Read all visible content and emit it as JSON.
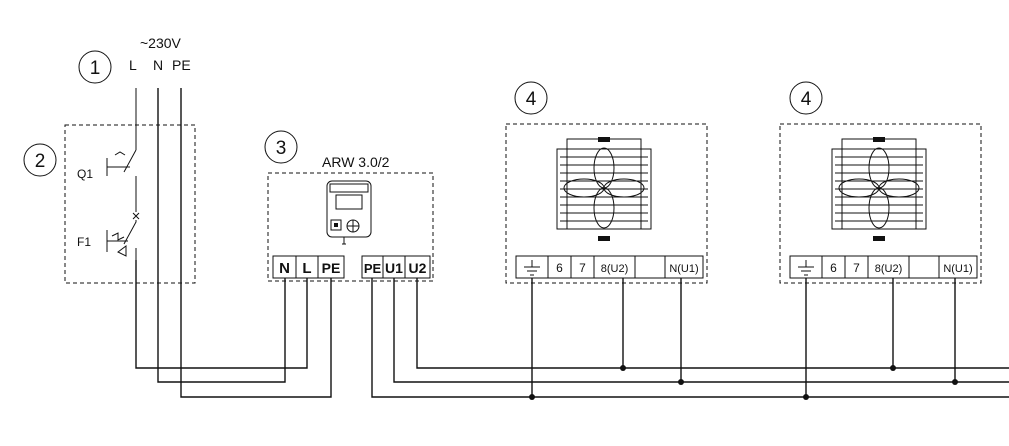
{
  "supply": {
    "voltage": "~230V",
    "l": "L",
    "n": "N",
    "pe": "PE"
  },
  "callouts": {
    "c1": "1",
    "c2": "2",
    "c3": "3",
    "c4a": "4",
    "c4b": "4"
  },
  "switchgear": {
    "q1": "Q1",
    "f1": "F1"
  },
  "controller": {
    "model": "ARW 3.0/2",
    "terminals": [
      "N",
      "L",
      "PE",
      "PE",
      "U1",
      "U2"
    ]
  },
  "fans": [
    {
      "terminals": [
        "6",
        "7",
        "8(U2)",
        "N(U1)"
      ]
    },
    {
      "terminals": [
        "6",
        "7",
        "8(U2)",
        "N(U1)"
      ]
    }
  ]
}
